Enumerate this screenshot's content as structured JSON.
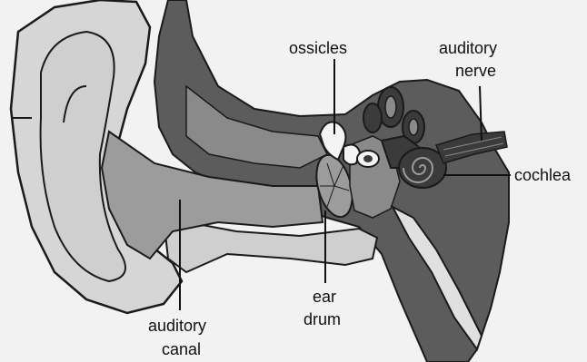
{
  "labels": {
    "ossicles": "ossicles",
    "auditory_nerve_line1": "auditory",
    "auditory_nerve_line2": "nerve",
    "cochlea": "cochlea",
    "ear_drum_line1": "ear",
    "ear_drum_line2": "drum",
    "auditory_canal_line1": "auditory",
    "auditory_canal_line2": "canal"
  },
  "colors": {
    "background": "#f2f2f2",
    "pinna": "#d6d6d6",
    "canal": "#9c9c9c",
    "skull": "#5c5c5c",
    "inner_ear": "#3b3b3b",
    "ossicles": "#f4f4f4",
    "outline": "#1a1a1a"
  }
}
